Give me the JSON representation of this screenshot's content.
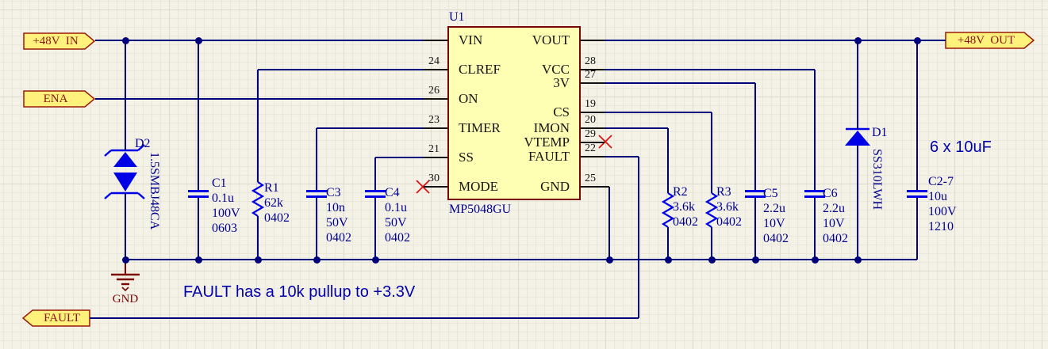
{
  "schematic": {
    "ports": {
      "vin": {
        "label": "+48V  IN"
      },
      "ena": {
        "label": "ENA"
      },
      "vout": {
        "label": "+48V  OUT"
      },
      "fault": {
        "label": "FAULT"
      }
    },
    "ic": {
      "designator": "U1",
      "part": "MP5048GU",
      "left_pins": [
        {
          "name": "VIN",
          "number": ""
        },
        {
          "name": "CLREF",
          "number": "24"
        },
        {
          "name": "ON",
          "number": "26"
        },
        {
          "name": "TIMER",
          "number": "23"
        },
        {
          "name": "SS",
          "number": "21"
        },
        {
          "name": "MODE",
          "number": "30"
        }
      ],
      "right_pins": [
        {
          "name": "VOUT",
          "number": ""
        },
        {
          "name": "VCC",
          "number": "28"
        },
        {
          "name": "3V",
          "number": "27"
        },
        {
          "name": "CS",
          "number": "19"
        },
        {
          "name": "IMON",
          "number": "20"
        },
        {
          "name": "VTEMP",
          "number": "29"
        },
        {
          "name": "FAULT",
          "number": "22"
        },
        {
          "name": "GND",
          "number": "25"
        }
      ]
    },
    "components": {
      "D2": {
        "designator": "D2",
        "value": "1.5SMBJ48CA"
      },
      "C1": {
        "designator": "C1",
        "lines": [
          "0.1u",
          "100V",
          "0603"
        ]
      },
      "R1": {
        "designator": "R1",
        "lines": [
          "62k",
          "0402"
        ]
      },
      "C3": {
        "designator": "C3",
        "lines": [
          "10n",
          "50V",
          "0402"
        ]
      },
      "C4": {
        "designator": "C4",
        "lines": [
          "0.1u",
          "50V",
          "0402"
        ]
      },
      "R2": {
        "designator": "R2",
        "lines": [
          "3.6k",
          "0402"
        ]
      },
      "R3": {
        "designator": "R3",
        "lines": [
          "3.6k",
          "0402"
        ]
      },
      "C5": {
        "designator": "C5",
        "lines": [
          "2.2u",
          "10V",
          "0402"
        ]
      },
      "C6": {
        "designator": "C6",
        "lines": [
          "2.2u",
          "10V",
          "0402"
        ]
      },
      "D1": {
        "designator": "D1",
        "value": "SS310LWH"
      },
      "C27": {
        "designator": "C2-7",
        "lines": [
          "10u",
          "100V",
          "1210"
        ]
      }
    },
    "gnd_label": "GND",
    "annotations": {
      "bank_note": "6 x 10uF",
      "fault_note": "FAULT has a 10k pullup to +3.3V"
    },
    "colors": {
      "background": "#F4F2E7",
      "grid_minor": "#E9E7DA",
      "grid_major": "#DCDACB",
      "wire": "#00007C",
      "symbol": "#0000E6",
      "ic_fill": "#FFFFB3",
      "ic_border": "#7A0505",
      "port_fill": "#FFF27C",
      "port_border": "#9A1A0A",
      "port_text": "#8B1212",
      "designator_text": "#00008C",
      "pin_text": "#141414",
      "gnd": "#7A0505",
      "note_text": "#0000AA",
      "no_connect": "#DD1111"
    }
  }
}
